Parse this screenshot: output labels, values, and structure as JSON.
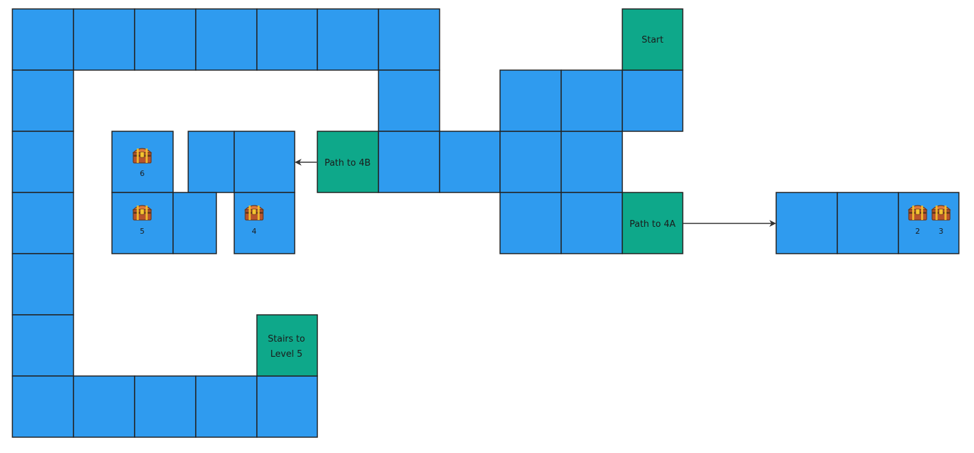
{
  "map": {
    "colors": {
      "room": "#2f9bef",
      "special": "#0ea88a",
      "border": "#222222",
      "arrow": "#333333",
      "chest_body": "#b8542c",
      "chest_lid": "#e07a3a",
      "chest_band": "#6b3a1e",
      "chest_lock": "#f4c430"
    },
    "labels": {
      "start": "Start",
      "path_4b": "Path to 4B",
      "path_4a": "Path to 4A",
      "stairs_line1": "Stairs to",
      "stairs_line2": "Level 5"
    },
    "chests": [
      {
        "number": "6",
        "icon": "treasure-chest-icon"
      },
      {
        "number": "5",
        "icon": "treasure-chest-icon"
      },
      {
        "number": "4",
        "icon": "treasure-chest-icon"
      },
      {
        "number": "2",
        "icon": "treasure-chest-icon"
      },
      {
        "number": "3",
        "icon": "treasure-chest-icon"
      }
    ]
  }
}
